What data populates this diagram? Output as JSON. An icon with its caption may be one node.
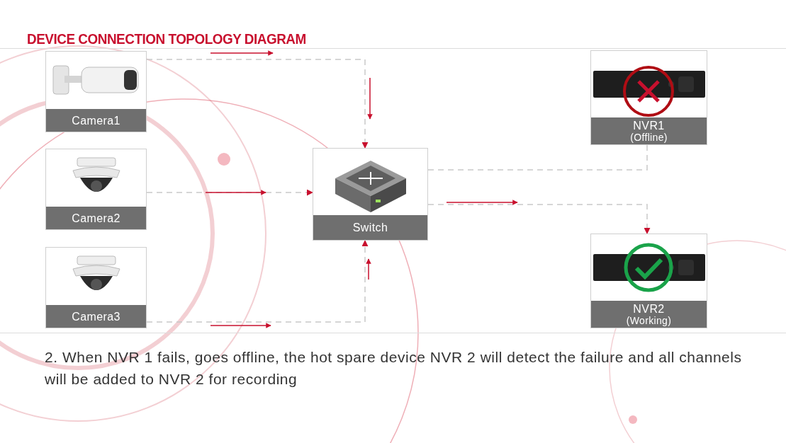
{
  "diagram": {
    "title": "DEVICE CONNECTION TOPOLOGY DIAGRAM",
    "nodes": [
      {
        "text": [
          "Camera1"
        ]
      },
      {
        "text": [
          "Camera2"
        ]
      },
      {
        "text": [
          "Camera3"
        ]
      },
      {
        "text": [
          "Switch"
        ]
      },
      {
        "text": [
          "NVR1",
          "(Offline)"
        ]
      },
      {
        "text": [
          "NVR2",
          "(Working)"
        ]
      }
    ],
    "edges": [
      {
        "from": 0,
        "to": 3,
        "arrow": "to",
        "style": "dashed"
      },
      {
        "from": 1,
        "to": 3,
        "arrow": "to",
        "style": "dashed"
      },
      {
        "from": 2,
        "to": 3,
        "arrow": "to",
        "style": "dashed"
      },
      {
        "from": 3,
        "to": 4,
        "arrow": "none",
        "style": "dashed"
      },
      {
        "from": 3,
        "to": 5,
        "arrow": "to",
        "style": "dashed"
      }
    ],
    "caption": "2. When NVR 1 fails, goes offline, the hot spare device NVR 2 will detect the failure and all channels will be added to NVR 2 for recording"
  }
}
